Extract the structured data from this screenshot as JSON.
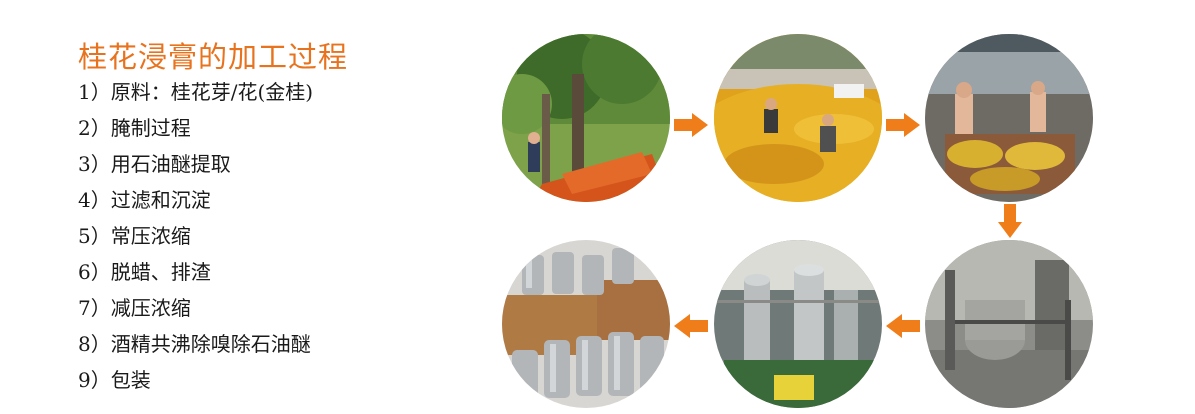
{
  "title": "桂花浸膏的加工过程",
  "steps": [
    "1）原料：桂花芽/花(金桂)",
    "2）腌制过程",
    "3）用石油醚提取",
    "4）过滤和沉淀",
    "5）常压浓缩",
    "6）脱蜡、排渣",
    "7）减压浓缩",
    "8）酒精共沸除嗅除石油醚",
    "9）包装"
  ],
  "colors": {
    "accent": "#e8731e",
    "arrow": "#ef7d1a",
    "text": "#1a1a1a"
  },
  "photos": [
    "osmanthus-tree-harvest-photo",
    "flower-spreading-photo",
    "pickling-vats-photo",
    "extraction-tanks-photo",
    "concentration-equipment-photo",
    "packaging-bottles-photo"
  ]
}
